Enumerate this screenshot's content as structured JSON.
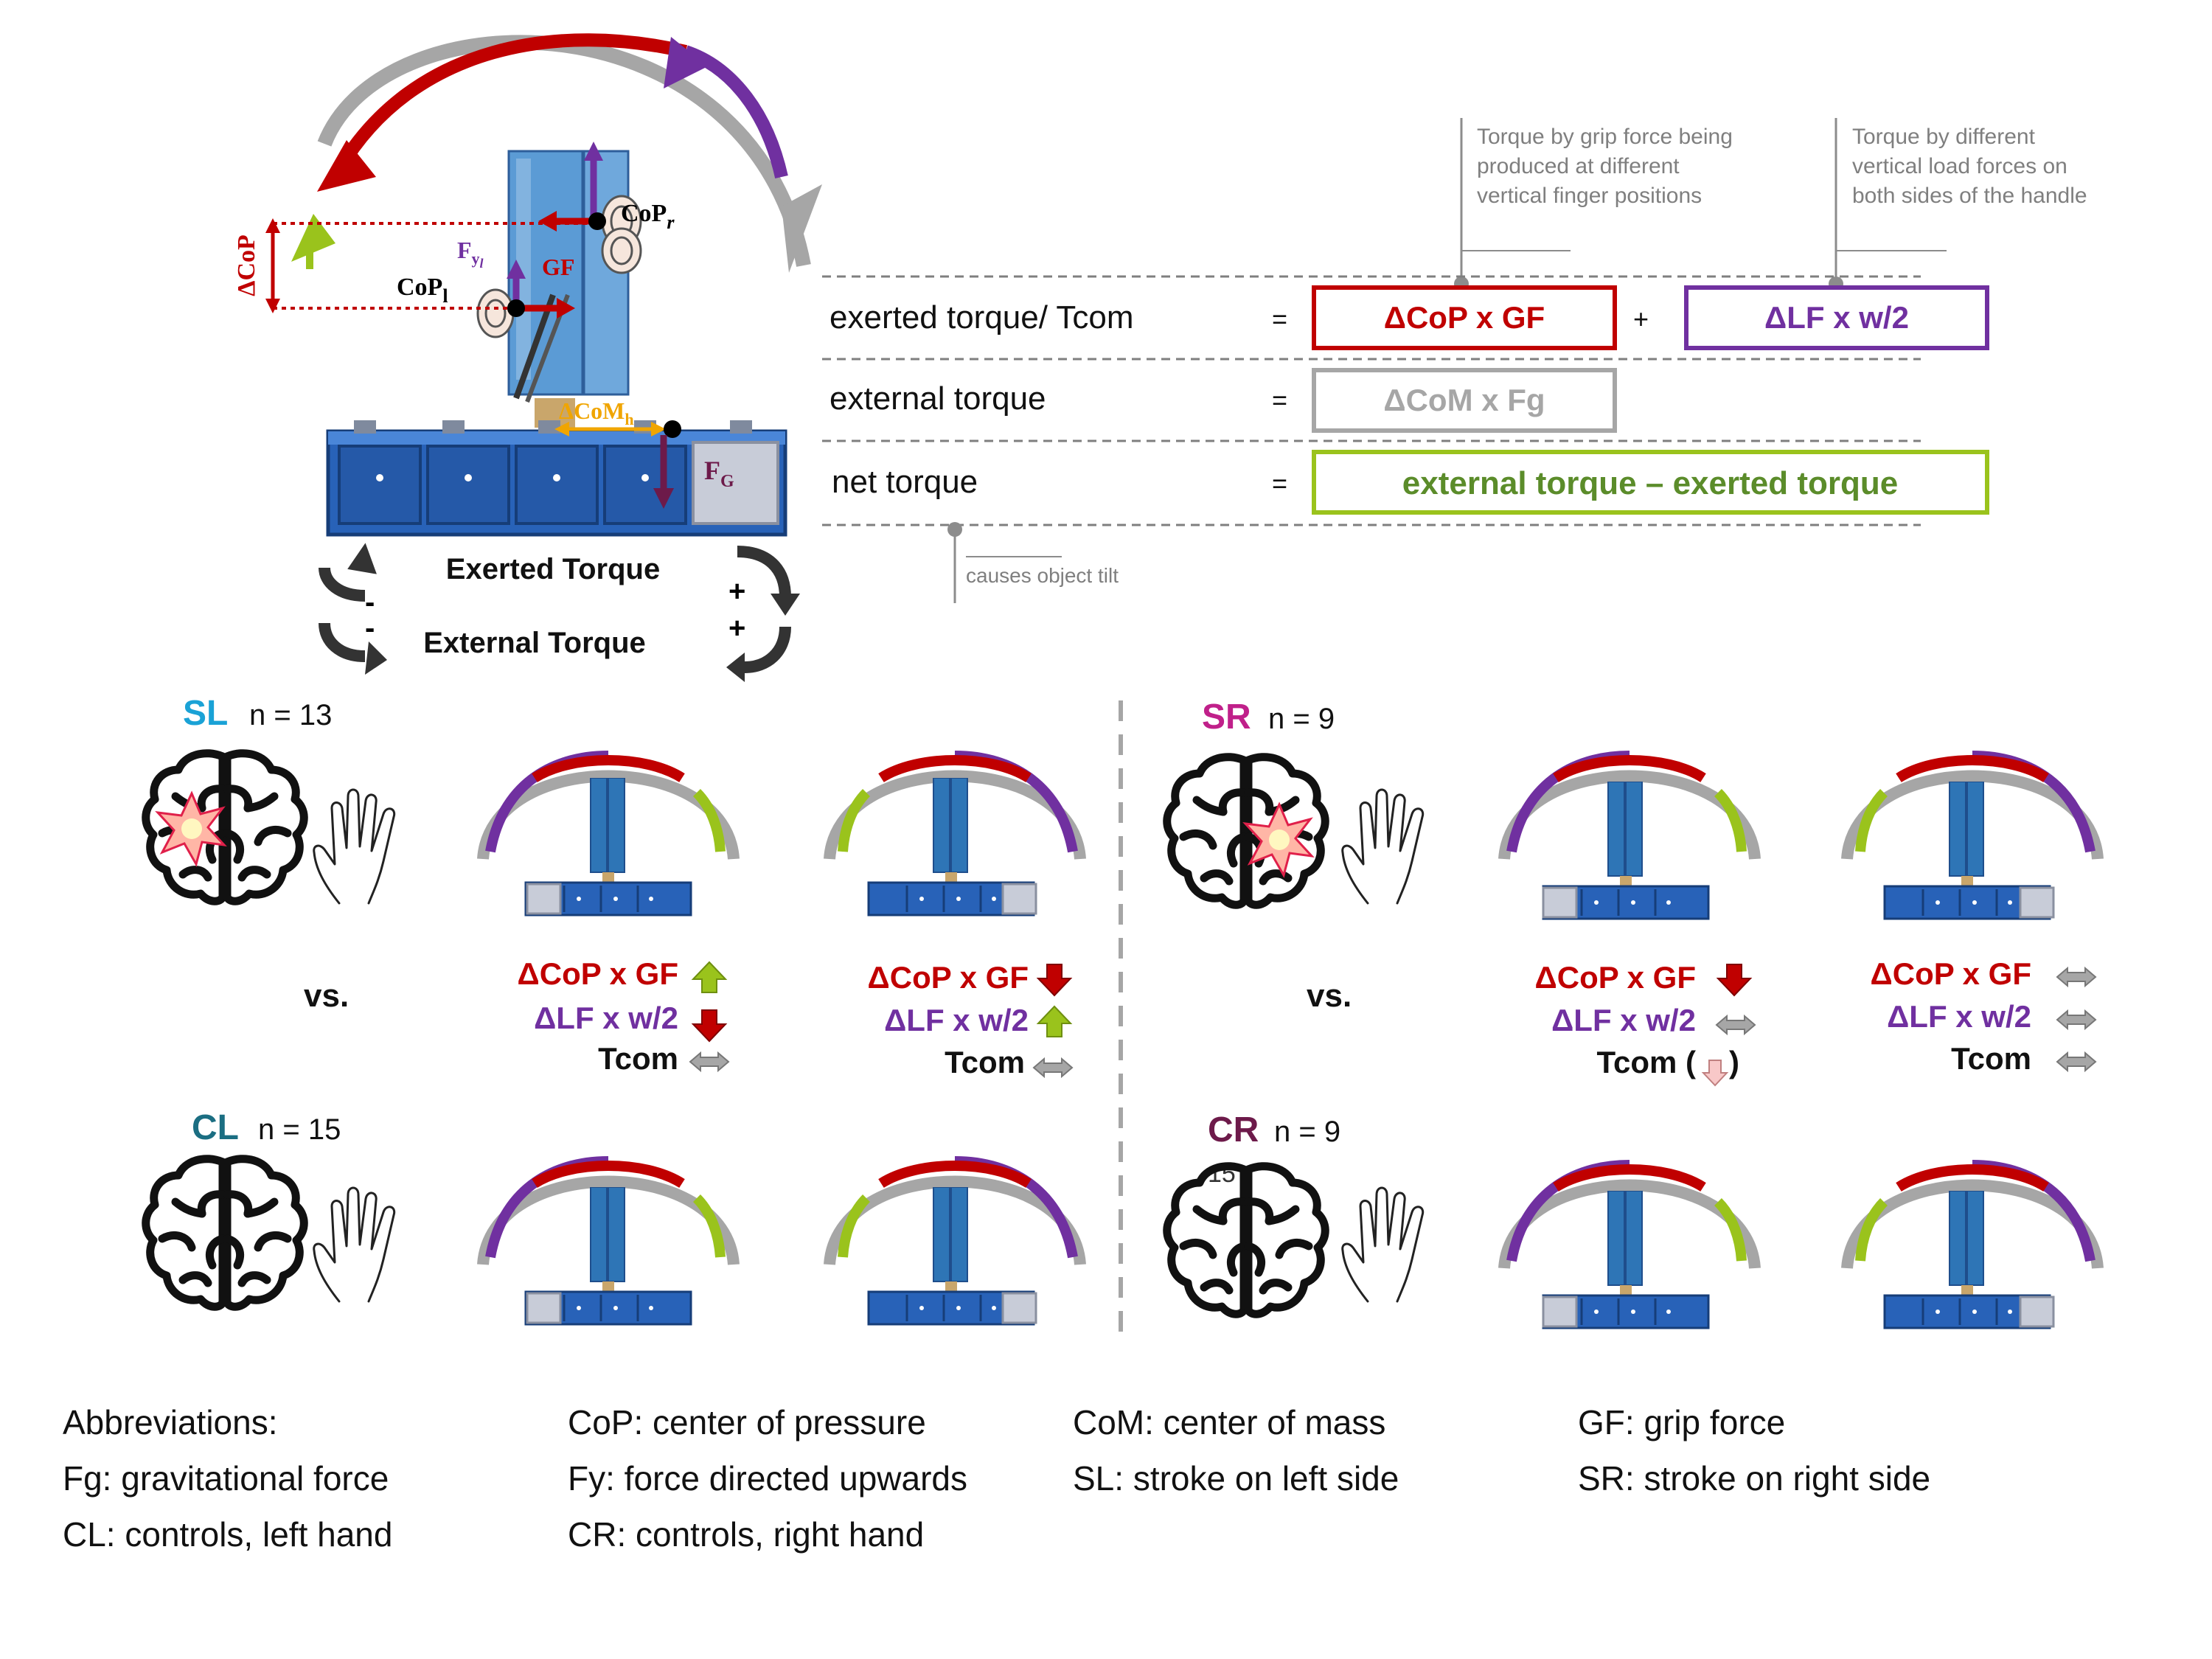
{
  "colors": {
    "red": "#c00000",
    "purple": "#7030a0",
    "green": "#9ac31c",
    "darkgreen": "#5b8c2a",
    "gray": "#a6a6a6",
    "blue": "#2e75b6",
    "darkblue": "#1f4e8c",
    "cyan": "#1aa2d6",
    "magenta": "#c0208a",
    "teal": "#1b6e82",
    "maroon": "#6d1a4a",
    "orange": "#ffa500"
  },
  "top_diagram": {
    "delta_cop": "ΔCoP",
    "cop_r": "CoP",
    "cop_r_sub": "r",
    "cop_l": "CoP",
    "cop_l_sub": "l",
    "fy": "F",
    "fy_sub": "y",
    "fy_subsub": "l",
    "gf": "GF",
    "delta_com": "ΔCoM",
    "delta_com_sub": "h",
    "fg": "F",
    "fg_sub": "G",
    "exerted_torque": "Exerted Torque",
    "external_torque": "External Torque",
    "minus": "-",
    "plus": "+"
  },
  "equations": {
    "note_grip": [
      "Torque by grip force being",
      "produced  at different",
      "vertical finger positions"
    ],
    "note_load": [
      "Torque by different",
      "vertical load forces on",
      "both sides of the handle"
    ],
    "note_tilt": "causes object tilt",
    "rows": [
      {
        "label": "exerted torque/ Tcom",
        "eq": "=",
        "box1": "ΔCoP x GF",
        "plus": "+",
        "box2": "ΔLF x w/2"
      },
      {
        "label": "external torque",
        "eq": "=",
        "box1": "ΔCoM x Fg"
      },
      {
        "label": "net torque",
        "eq": "=",
        "box1": "external torque – exerted torque"
      }
    ]
  },
  "groups": {
    "sl": {
      "name": "SL",
      "n": "n = 13"
    },
    "cl": {
      "name": "CL",
      "n": "n = 15"
    },
    "sr": {
      "name": "SR",
      "n": "n = 9"
    },
    "cr": {
      "name": "CR",
      "n": "n = 9",
      "stray": "15"
    },
    "vs": "vs."
  },
  "comparisons": {
    "left_a": {
      "cop": "ΔCoP x GF",
      "lf": "ΔLF x w/2",
      "tcom": "Tcom"
    },
    "left_b": {
      "cop": "ΔCoP x GF",
      "lf": "ΔLF x w/2",
      "tcom": "Tcom"
    },
    "right_a": {
      "cop": "ΔCoP x GF",
      "lf": "ΔLF x w/2",
      "tcom": "Tcom (",
      "tcom_close": ")"
    },
    "right_b": {
      "cop": "ΔCoP x GF",
      "lf": "ΔLF x w/2",
      "tcom": "Tcom"
    }
  },
  "abbreviations": {
    "heading": "Abbreviations:",
    "items": [
      "CoP: center of pressure",
      "CoM: center of mass",
      "GF: grip force",
      "Fg: gravitational force",
      "Fy: force directed upwards",
      "SL: stroke on left side",
      "SR: stroke on right side",
      "CL: controls, left hand",
      "CR: controls, right hand"
    ]
  }
}
